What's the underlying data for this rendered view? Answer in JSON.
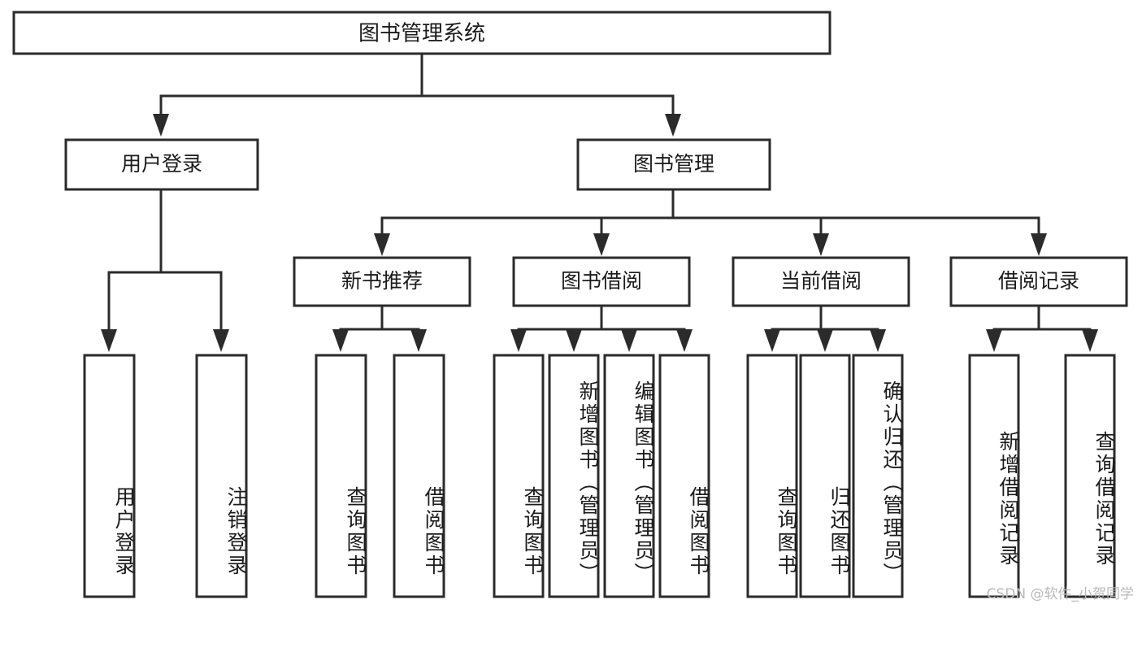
{
  "diagram": {
    "type": "tree",
    "title": "图书管理系统",
    "watermark": "CSDN @软件_小贺同学",
    "root": {
      "label": "图书管理系统",
      "children": [
        {
          "label": "用户登录",
          "children": [
            {
              "label": "用户登录"
            },
            {
              "label": "注销登录"
            }
          ]
        },
        {
          "label": "图书管理",
          "children": [
            {
              "label": "新书推荐",
              "children": [
                {
                  "label": "查询图书"
                },
                {
                  "label": "借阅图书"
                }
              ]
            },
            {
              "label": "图书借阅",
              "children": [
                {
                  "label": "查询图书"
                },
                {
                  "label": "新增图书（管理员）"
                },
                {
                  "label": "编辑图书（管理员）"
                },
                {
                  "label": "借阅图书"
                }
              ]
            },
            {
              "label": "当前借阅",
              "children": [
                {
                  "label": "查询图书"
                },
                {
                  "label": "归还图书"
                },
                {
                  "label": "确认归还（管理员）"
                }
              ]
            },
            {
              "label": "借阅记录",
              "children": [
                {
                  "label": "新增借阅记录"
                },
                {
                  "label": "查询借阅记录"
                }
              ]
            }
          ]
        }
      ]
    },
    "colors": {
      "stroke": "#2b2b2b",
      "fill": "#ffffff",
      "text": "#1b1b1b",
      "watermark": "#b9b9b9"
    }
  }
}
